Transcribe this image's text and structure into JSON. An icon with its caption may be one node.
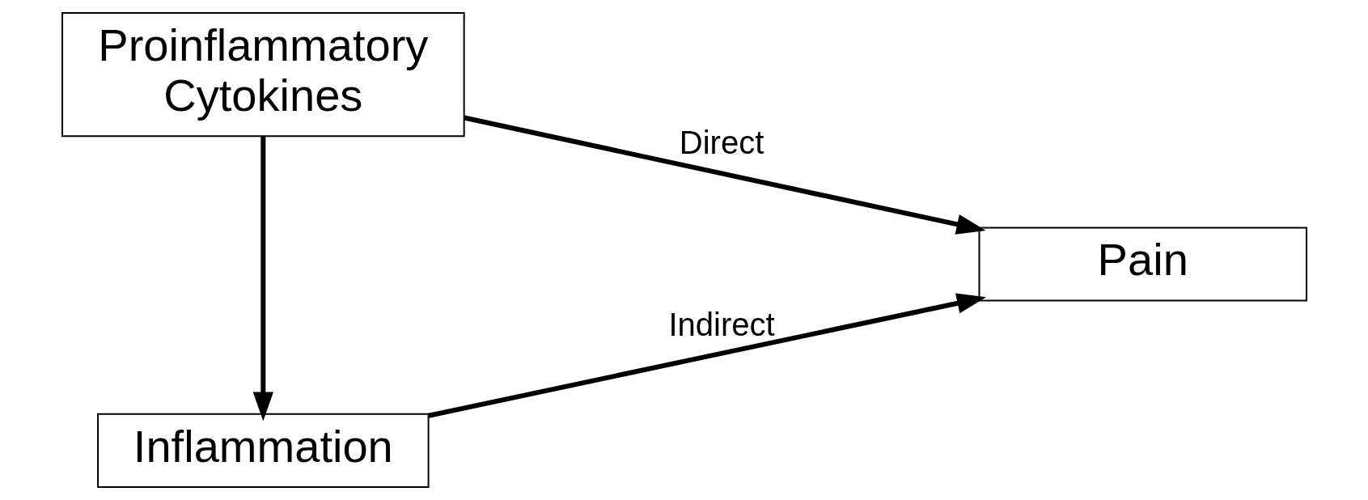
{
  "diagram": {
    "nodes": [
      {
        "text": [
          "Inflammation"
        ]
      },
      {
        "text": [
          "Pain"
        ]
      },
      {
        "text": [
          "Proinflammatory Cytokines"
        ]
      }
    ],
    "edges": [
      {
        "from": 2,
        "to": 0,
        "arrow": "to"
      },
      {
        "from": 0,
        "to": 1,
        "arrow": "to",
        "label": "Indirect"
      },
      {
        "from": 2,
        "to": 1,
        "arrow": "to",
        "label": "Direct"
      }
    ]
  }
}
